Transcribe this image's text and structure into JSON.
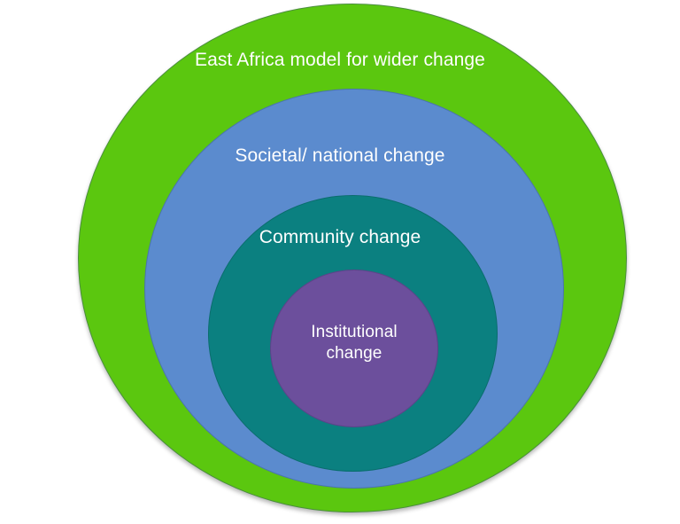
{
  "diagram": {
    "type": "concentric-circles",
    "title": "East Africa model for wider change",
    "background_color": "#ffffff",
    "rings": [
      {
        "id": "outer",
        "label": "East Africa model for wider change",
        "color": "#5BC70F",
        "text_color": "#ffffff",
        "level": 1,
        "semantic_name": "east-africa-model-ring"
      },
      {
        "id": "societal",
        "label": "Societal/ national change",
        "color": "#5B8BCE",
        "text_color": "#ffffff",
        "level": 2,
        "semantic_name": "societal-national-change-ring"
      },
      {
        "id": "community",
        "label": "Community change",
        "color": "#0B8080",
        "text_color": "#ffffff",
        "level": 3,
        "semantic_name": "community-change-ring"
      },
      {
        "id": "institutional",
        "label": "Institutional\nchange",
        "color": "#6C4F9C",
        "text_color": "#ffffff",
        "level": 4,
        "semantic_name": "institutional-change-core"
      }
    ]
  }
}
